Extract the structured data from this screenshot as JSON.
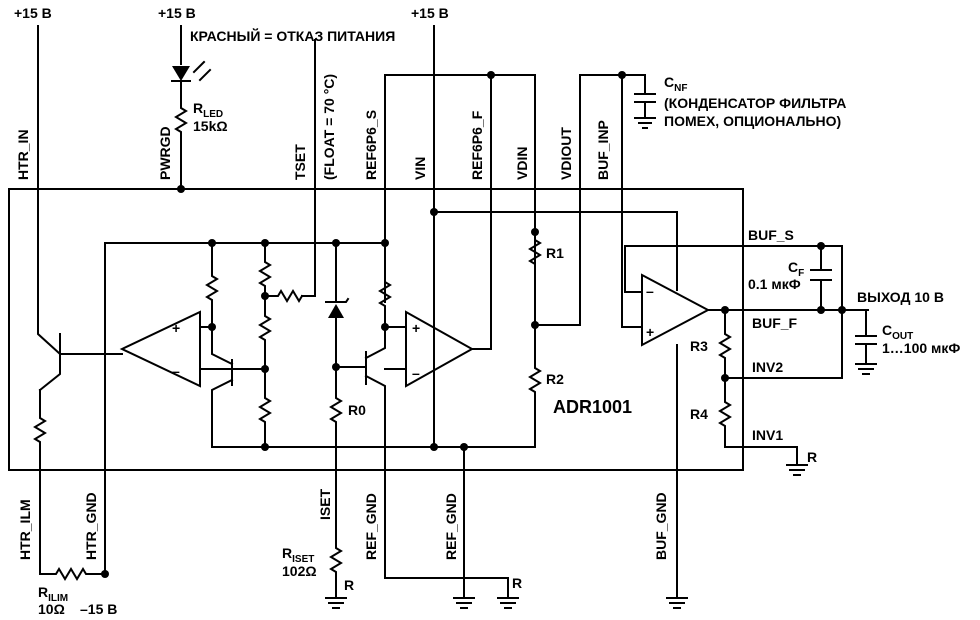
{
  "supply": {
    "left": "+15 В",
    "led": "+15 В",
    "vin": "+15 В"
  },
  "led_label": "КРАСНЫЙ = ОТКАЗ ПИТАНИЯ",
  "rled": {
    "name": "R",
    "sub": "LED",
    "value": "15kΩ"
  },
  "tset_note": "(FLOAT = 70 °C)",
  "cnf": {
    "name": "C",
    "sub": "NF",
    "note1": "(КОНДЕНСАТОР ФИЛЬТРА",
    "note2": "ПОМЕХ, ОПЦИОНАЛЬНО)"
  },
  "pins_top": {
    "htr_in": "HTR_IN",
    "pwrgd": "PWRGD",
    "tset": "TSET",
    "ref6p6_s": "REF6P6_S",
    "vin": "VIN",
    "ref6p6_f": "REF6P6_F",
    "vdin": "VDIN",
    "vdiout": "VDIOUT",
    "buf_inp": "BUF_INP"
  },
  "pins_bottom": {
    "htr_ilm": "HTR_ILM",
    "htr_gnd": "HTR_GND",
    "iset": "ISET",
    "ref_gnd1": "REF_GND",
    "ref_gnd2": "REF_GND",
    "buf_gnd": "BUF_GND"
  },
  "pins_right": {
    "buf_s": "BUF_S",
    "buf_f": "BUF_F",
    "inv2": "INV2",
    "inv1": "INV1"
  },
  "chip": "ADR1001",
  "internal": {
    "r1": "R1",
    "r2": "R2",
    "r0": "R0",
    "r3": "R3",
    "r4": "R4",
    "plus": "+",
    "minus": "–"
  },
  "cf": {
    "name": "C",
    "sub": "F",
    "value": "0.1 мкФ"
  },
  "output": "ВЫХОД 10 В",
  "cout": {
    "name": "C",
    "sub": "OUT",
    "value": "1…100 мкФ"
  },
  "riset": {
    "name": "R",
    "sub": "ISET",
    "value": "102Ω"
  },
  "rilim": {
    "name": "R",
    "sub": "ILIM",
    "value": "10Ω",
    "supply": "–15 В"
  },
  "ground_r": "R"
}
